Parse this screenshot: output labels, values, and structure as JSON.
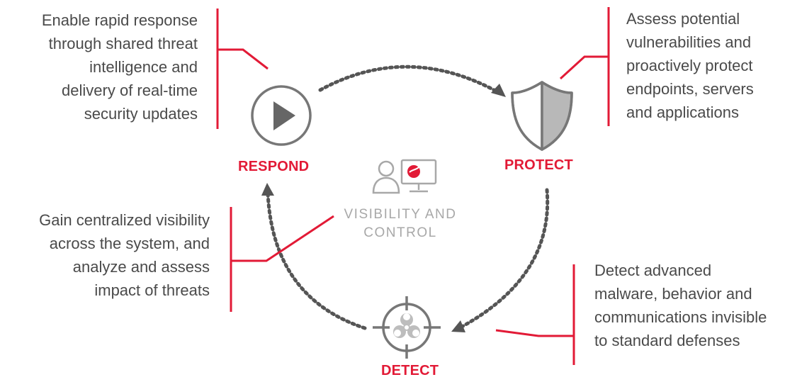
{
  "colors": {
    "accent": "#e21a36",
    "icon_gray": "#777777",
    "arrow_gray": "#555555",
    "text": "#4a4a4a",
    "center_text": "#a8a8a8"
  },
  "stages": {
    "respond": {
      "label": "RESPOND",
      "icon": "play-icon"
    },
    "protect": {
      "label": "PROTECT",
      "icon": "shield-icon"
    },
    "detect": {
      "label": "DETECT",
      "icon": "biohazard-crosshair-icon"
    }
  },
  "center": {
    "icon": "user-monitor-icon",
    "lines": [
      "VISIBILITY AND",
      "CONTROL"
    ]
  },
  "descriptions": {
    "respond": [
      "Enable rapid response",
      "through shared threat",
      "intelligence and",
      "delivery of real-time",
      "security updates"
    ],
    "protect": [
      "Assess potential",
      "vulnerabilities and",
      "proactively protect",
      "endpoints, servers",
      "and applications"
    ],
    "visibility": [
      "Gain centralized visibility",
      "across the system, and",
      "analyze and assess",
      "impact of threats"
    ],
    "detect": [
      "Detect advanced",
      "malware, behavior and",
      "communications invisible",
      "to standard defenses"
    ]
  }
}
